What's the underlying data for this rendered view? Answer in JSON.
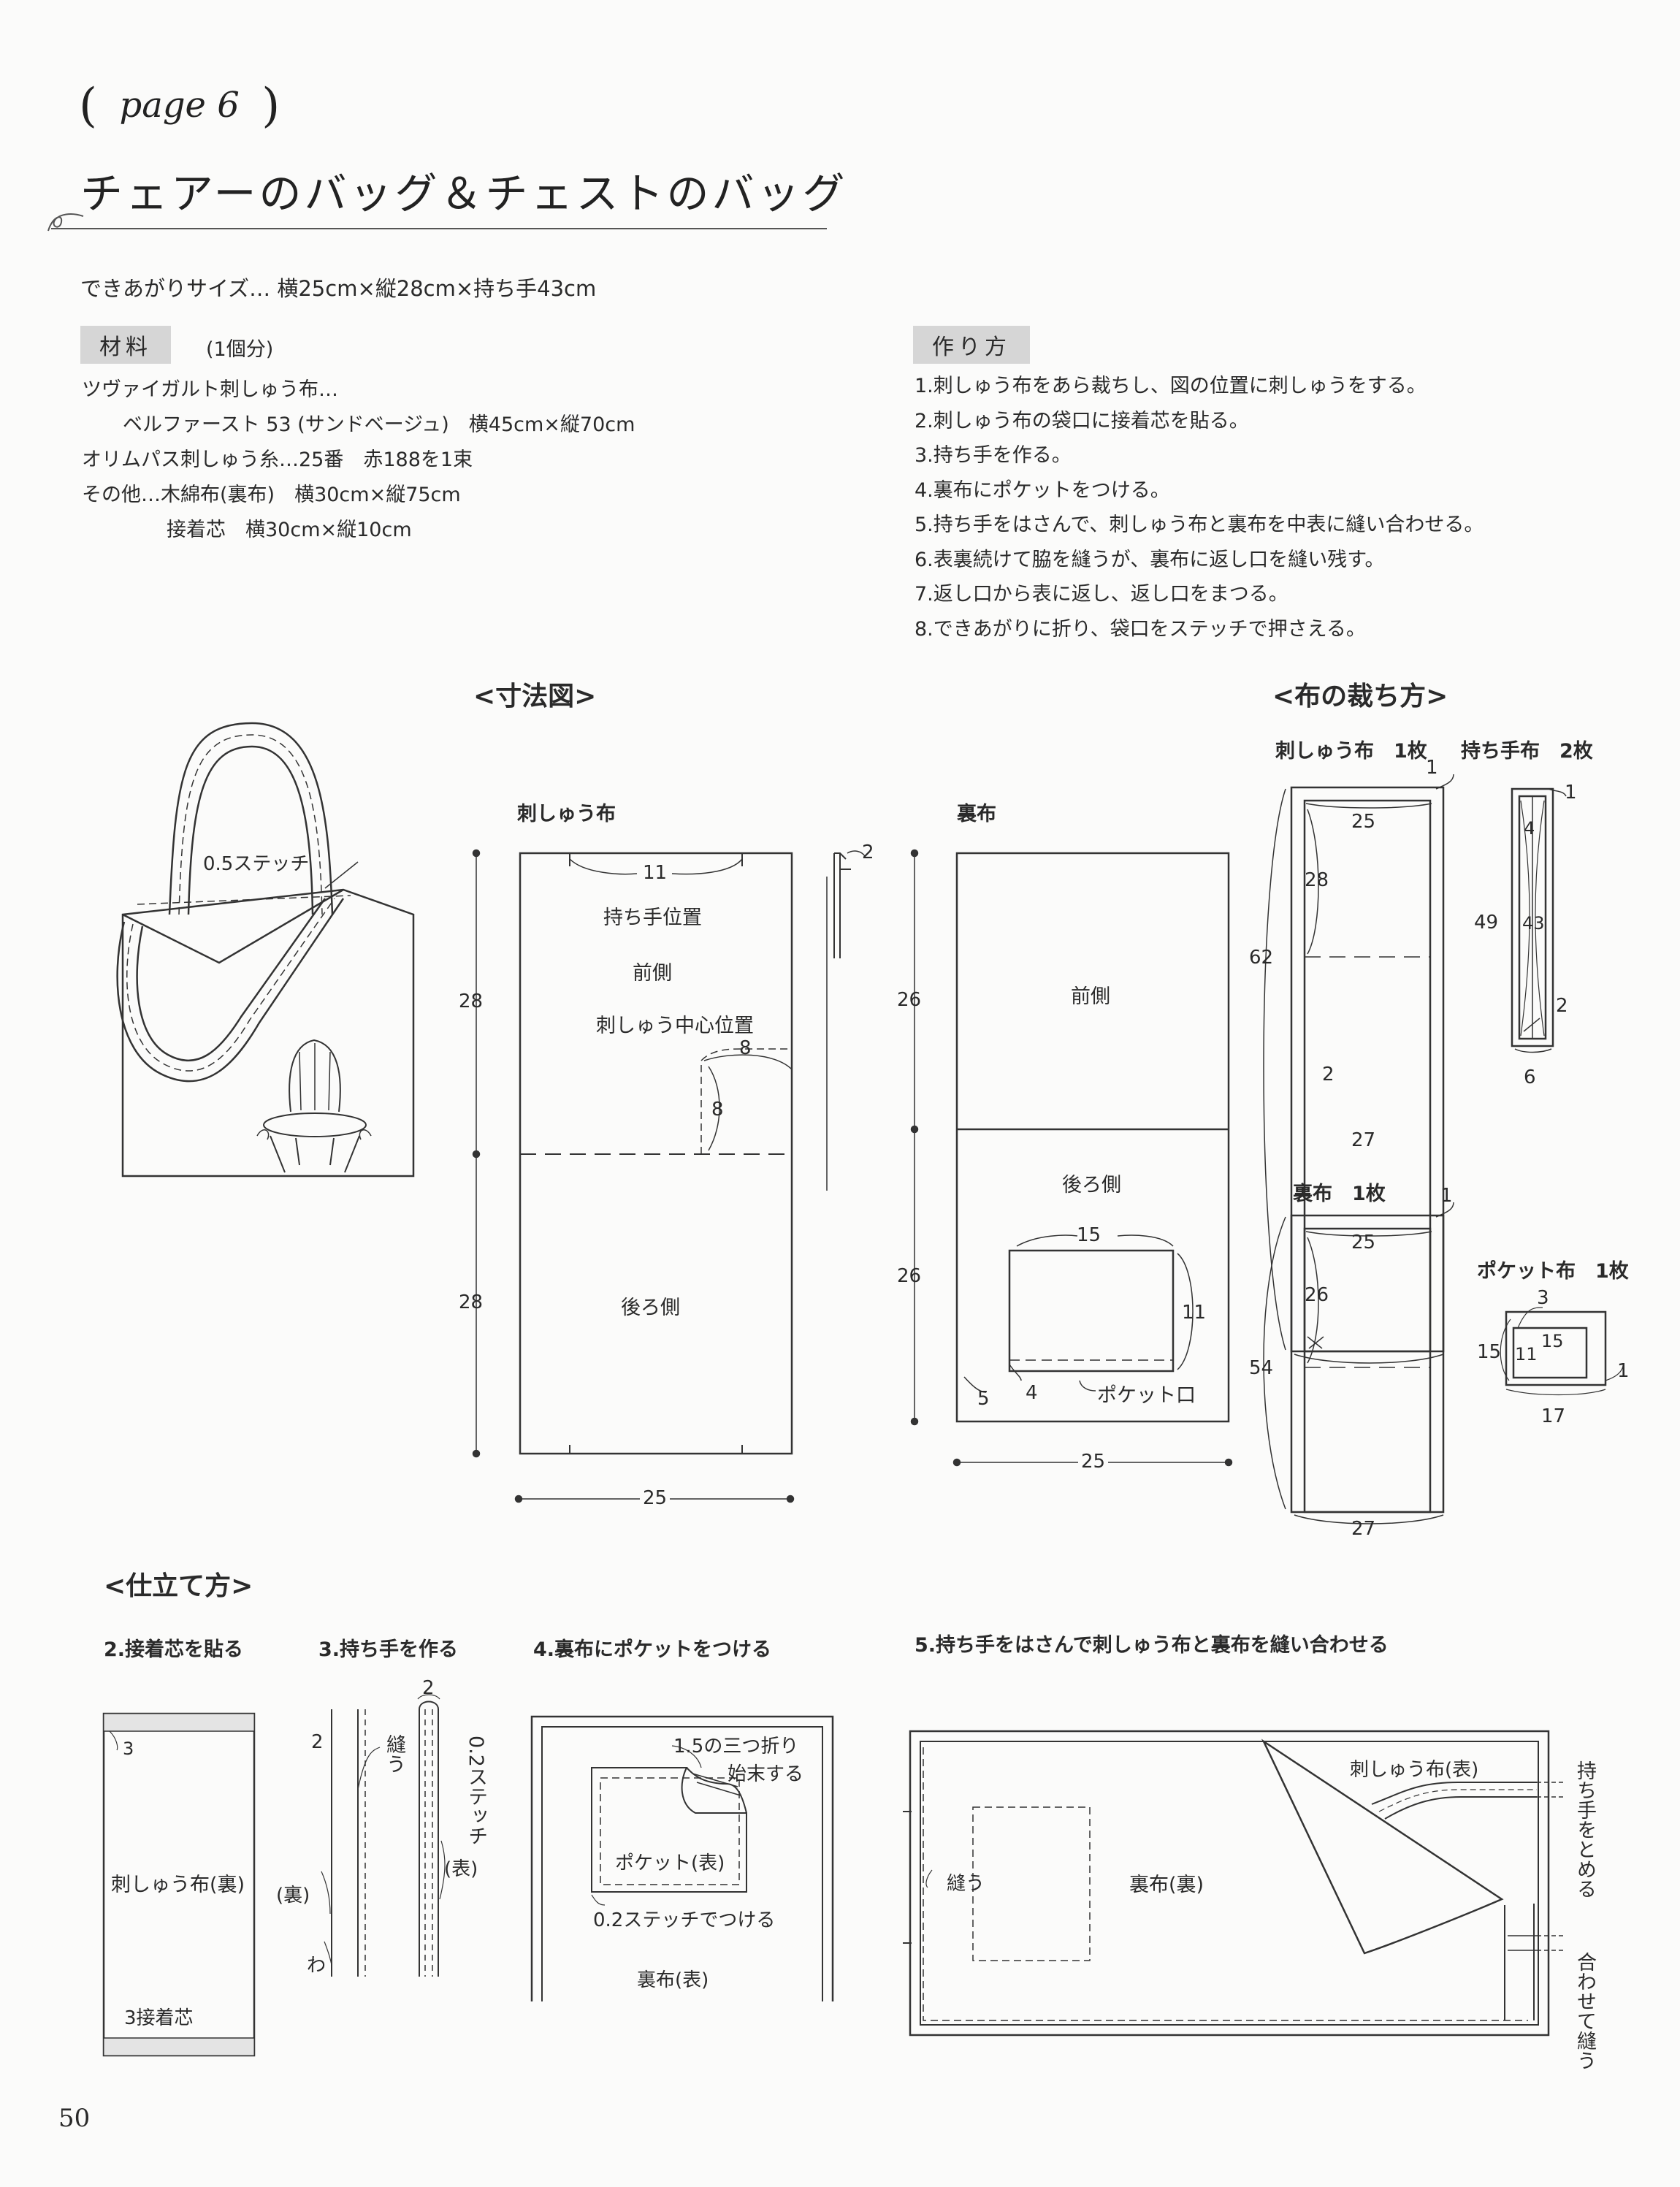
{
  "header": {
    "page_ref": "page 6",
    "title": "チェアーのバッグ＆チェストのバッグ",
    "finished_size": "できあがりサイズ… 横25cm×縦28cm×持ち手43cm"
  },
  "materials": {
    "label": "材料",
    "qty_note": "(1個分)",
    "lines": [
      "ツヴァイガルト刺しゅう布…",
      "ベルファースト 53 (サンドベージュ)　横45cm×縦70cm",
      "オリムパス刺しゅう糸…25番　赤188を1束",
      "その他…木綿布(裏布)　横30cm×縦75cm",
      "接着芯　横30cm×縦10cm"
    ]
  },
  "instructions": {
    "label": "作り方",
    "steps": [
      "1.刺しゅう布をあら裁ちし、図の位置に刺しゅうをする。",
      "2.刺しゅう布の袋口に接着芯を貼る。",
      "3.持ち手を作る。",
      "4.裏布にポケットをつける。",
      "5.持ち手をはさんで、刺しゅう布と裏布を中表に縫い合わせる。",
      "6.表裏続けて脇を縫うが、裏布に返し口を縫い残す。",
      "7.返し口から表に返し、返し口をまつる。",
      "8.できあがりに折り、袋口をステッチで押さえる。"
    ]
  },
  "dimension_diagram": {
    "heading": "<寸法図>",
    "bag_note": "0.5ステッチ",
    "outer": {
      "label": "刺しゅう布",
      "handle_pos": "持ち手位置",
      "front": "前側",
      "emb_center": "刺しゅう中心位置",
      "back": "後ろ側",
      "dims": {
        "top_gap": "11",
        "fold": "2",
        "h_front": "28",
        "h_back": "28",
        "emb_w": "8",
        "emb_h": "8",
        "width": "25"
      }
    },
    "lining": {
      "label": "裏布",
      "front": "前側",
      "back": "後ろ側",
      "pocket_mouth": "ポケット口",
      "dims": {
        "h_front": "26",
        "h_back": "26",
        "pocket_w": "15",
        "pocket_h": "11",
        "pocket_left": "5",
        "pocket_bottom": "4",
        "width": "25"
      }
    }
  },
  "cutting": {
    "heading": "<布の裁ち方>",
    "emb_fabric": {
      "label": "刺しゅう布　1枚",
      "seam": "1",
      "w": "25",
      "h_half": "28",
      "h_total": "62",
      "hem": "2",
      "w_total": "27"
    },
    "handle_fabric": {
      "label": "持ち手布　2枚",
      "seam": "1",
      "fold": "4",
      "h_total": "49",
      "h": "43",
      "hem": "2",
      "w": "6"
    },
    "lining_fabric": {
      "label": "裏布　1枚",
      "seam": "1",
      "w": "25",
      "h_half": "26",
      "h_total": "54",
      "w_total": "27"
    },
    "pocket_fabric": {
      "label": "ポケット布　1枚",
      "hem": "3",
      "h_total": "15",
      "h": "11",
      "w": "15",
      "seam": "1",
      "w_total": "17"
    }
  },
  "assembly": {
    "heading": "<仕立て方>",
    "step2": {
      "title": "2.接着芯を貼る",
      "top": "3",
      "center": "刺しゅう布(裏)",
      "bottom": "3接着芯"
    },
    "step3": {
      "title": "3.持ち手を作る",
      "fold_w": "2",
      "sew": "縫う",
      "wrong": "(裏)",
      "wa": "わ",
      "top_w": "2",
      "stitch": "0.2ステッチ",
      "right": "(表)"
    },
    "step4": {
      "title": "4.裏布にポケットをつける",
      "fold_note": "1.5の三つ折り",
      "finish": "始末する",
      "pocket": "ポケット(表)",
      "attach": "0.2ステッチでつける",
      "lining": "裏布(表)"
    },
    "step5": {
      "title": "5.持ち手をはさんで刺しゅう布と裏布を縫い合わせる",
      "sew": "縫う",
      "lining": "裏布(裏)",
      "outer": "刺しゅう布(表)",
      "handle_note": "持ち手をとめる",
      "sew_together": "合わせて縫う"
    }
  },
  "footer": {
    "page_number": "50"
  }
}
